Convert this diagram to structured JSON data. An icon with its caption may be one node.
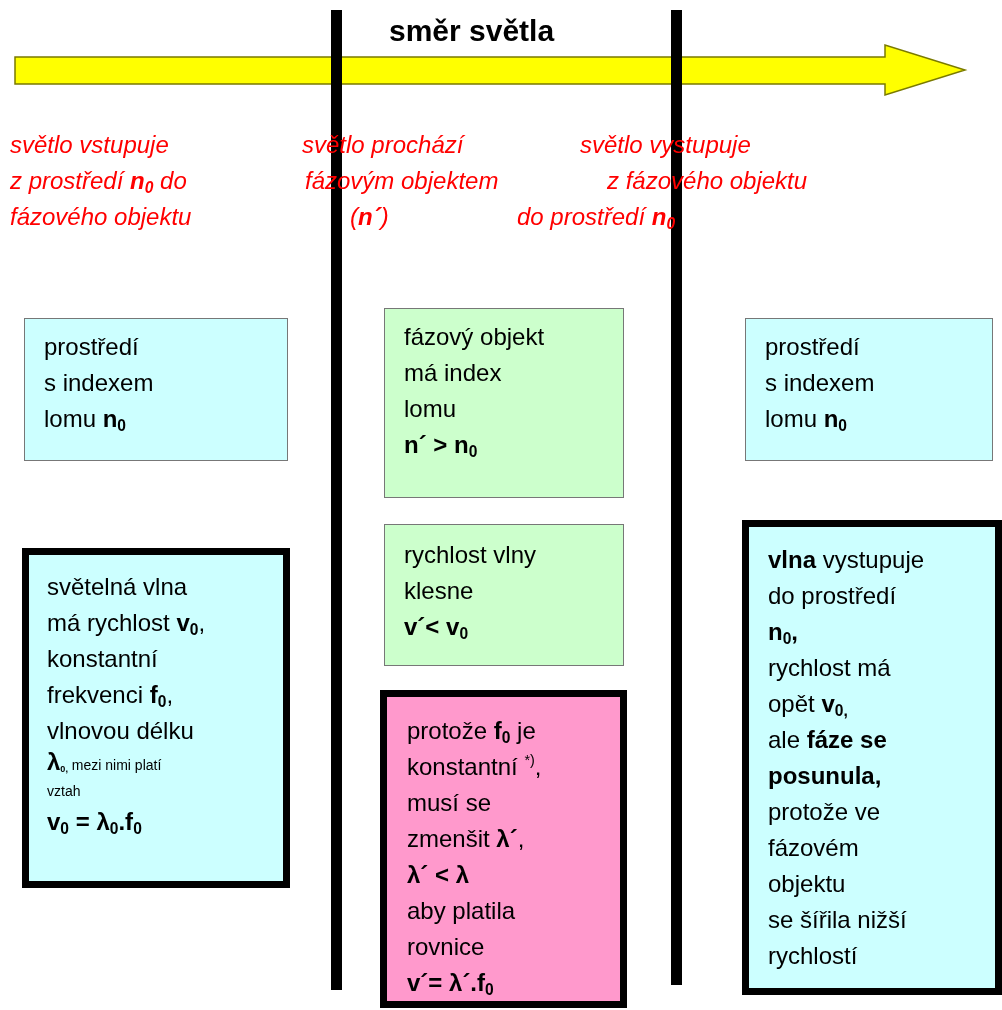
{
  "diagram": {
    "title": "směr světla",
    "nodes": [
      {
        "text": [
          "prostředí s indexem lomu **n**$_{0}$"
        ]
      },
      {
        "text": [
          "fázový objekt má index lomu **n´** **>** **n**$_{0}$"
        ]
      },
      {
        "text": [
          "prostředí s indexem lomu **n**$_{0}$"
        ]
      },
      {
        "text": [
          "světelná vlna má rychlost **v**$_{0}$, konstantní frekvenci **f**$_{0}$, vlnovou délku **λ**$_{0,}$ mezi nimi platí vztah **v**$_{0}$ **=** **λ**$_{0}$**.f**$_{0}$"
        ]
      },
      {
        "text": [
          "rychlost vlny klesne **v´<** **v**$_{0}$"
        ]
      },
      {
        "text": [
          "protože **f**$_{0}$ je konstantní $^{*)}$, musí se zmenšit **λ´**, **λ´** **<** **λ** aby platila rovnice **v´=** **λ´.f**$_{0}$"
        ]
      },
      {
        "text": [
          "**vlna** vystupuje do prostředí **n**$_{0}$**,** rychlost má opět **v**$_{0,}$ ale **fáze** **se** **posunula,** protože ve fázovém objektu se šířila nižší rychlostí"
        ]
      }
    ],
    "labels": [
      "světlo vstupuje z prostředí **n**$_{0}$ do fázového objektu",
      "světlo prochází fázovým objektem (**n´**)",
      "světlo vystupuje z fázového objektu do prostředí **n**$_{0}$"
    ]
  }
}
